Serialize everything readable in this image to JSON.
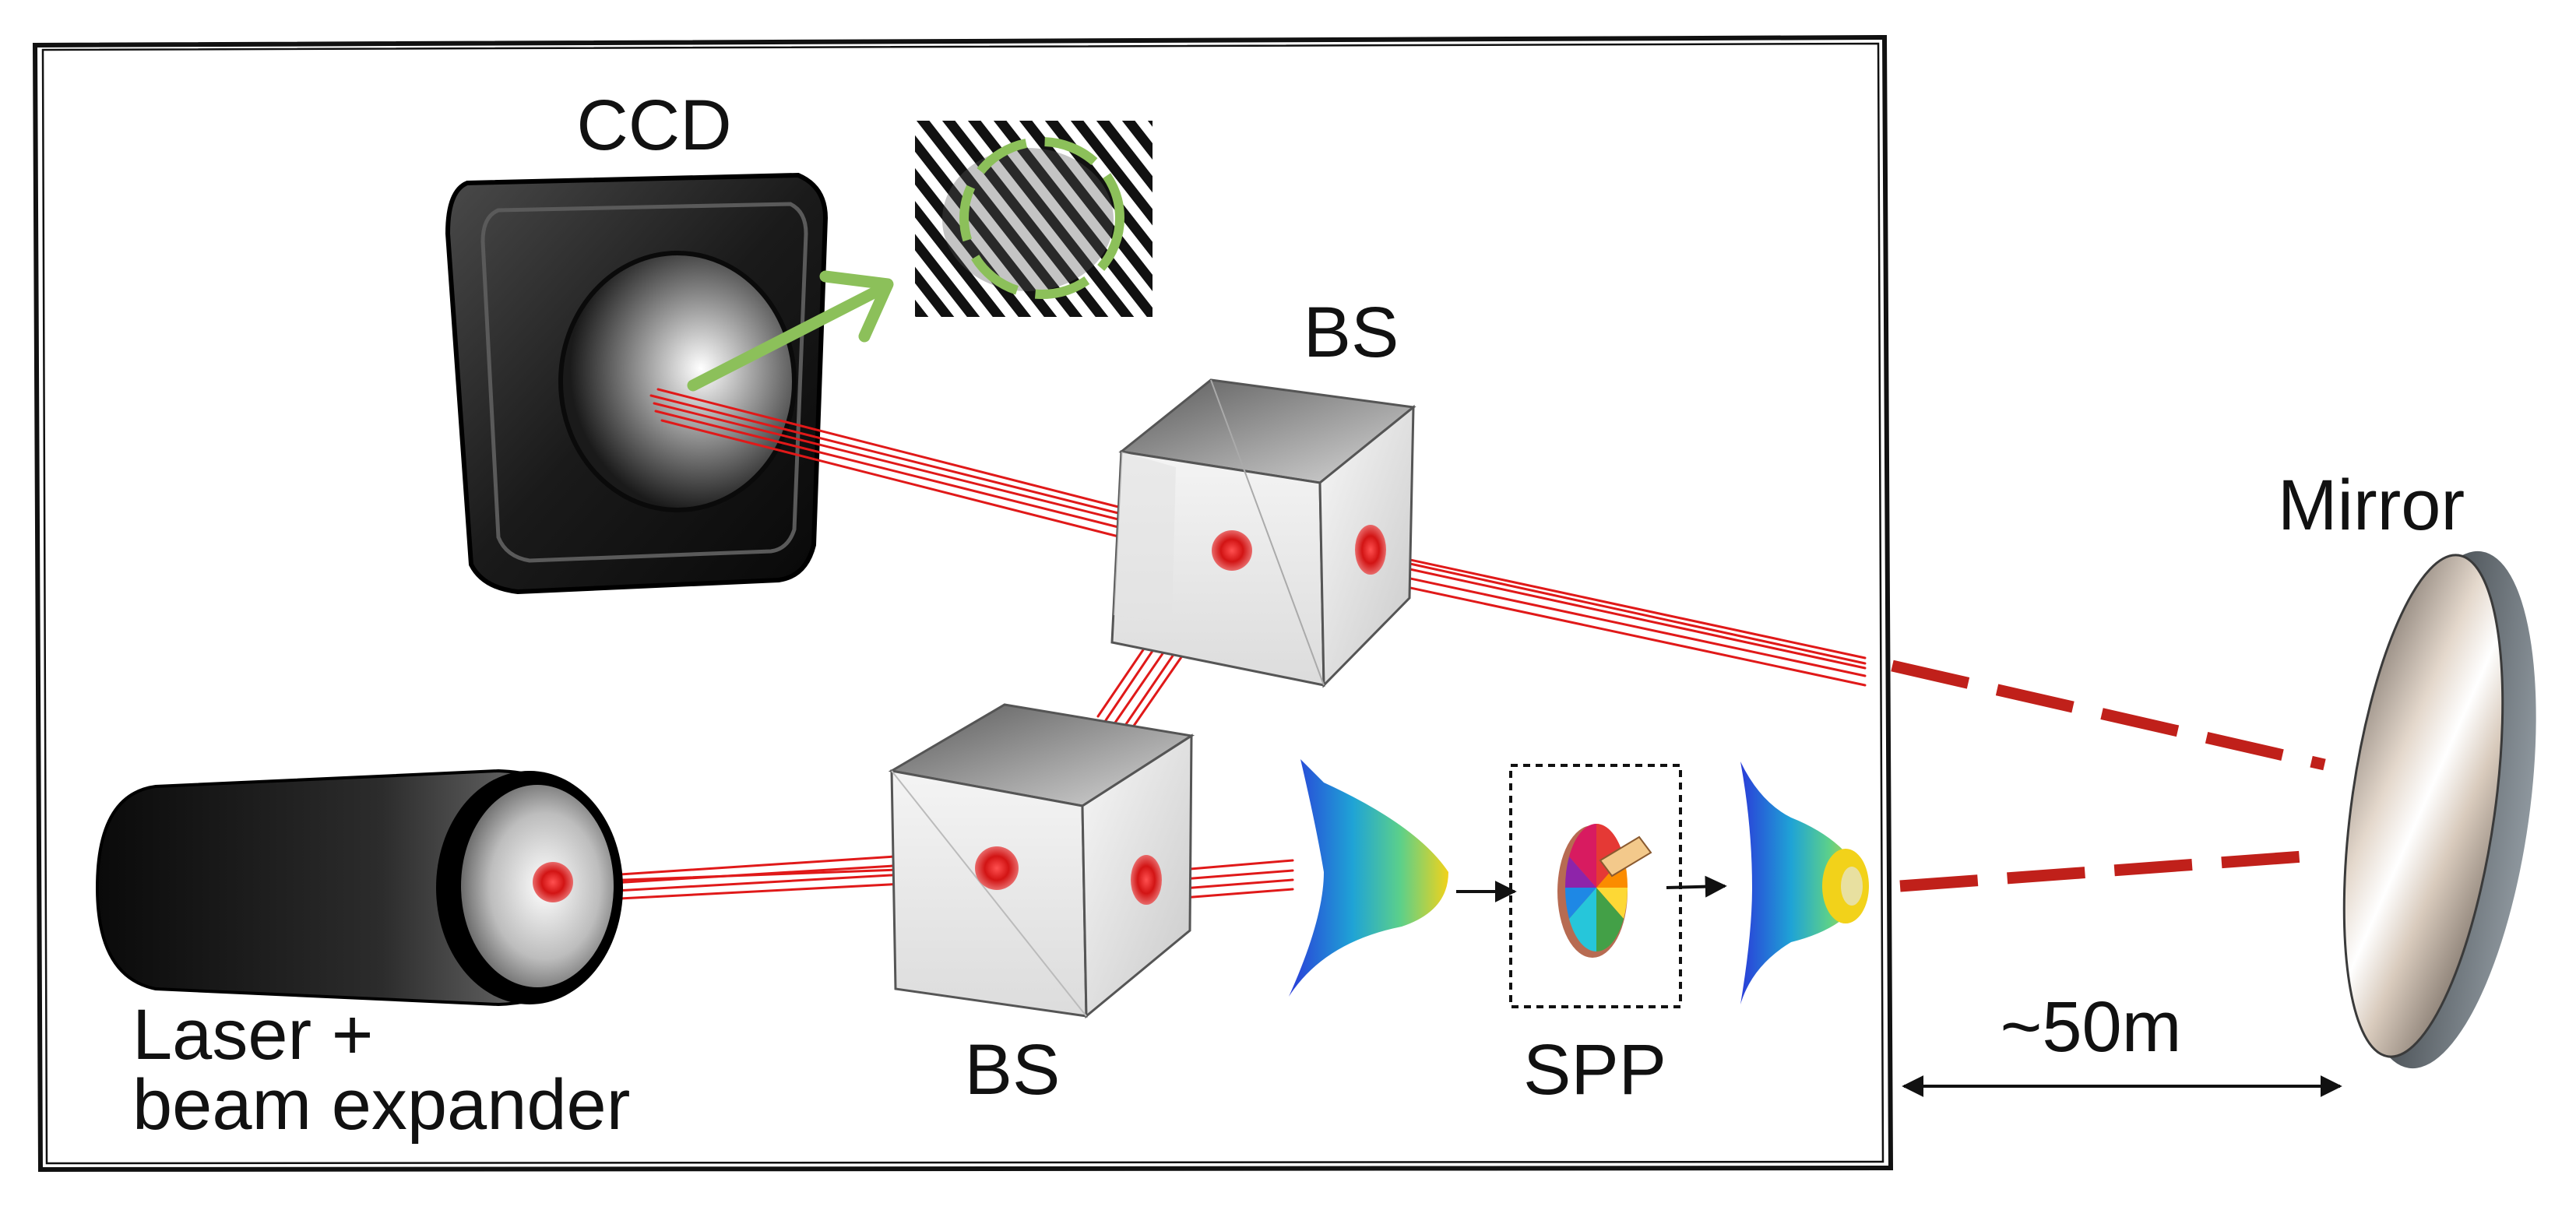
{
  "labels": {
    "ccd": "CCD",
    "bs_top": "BS",
    "bs_bottom": "BS",
    "mirror": "Mirror",
    "laser_line1": "Laser +",
    "laser_line2": "beam expander",
    "spp": "SPP",
    "distance": "~50m"
  },
  "colors": {
    "beam": "#e01919",
    "dashed_beam": "#c0201a",
    "arrow_green": "#8cc05a",
    "frame": "#111111"
  }
}
